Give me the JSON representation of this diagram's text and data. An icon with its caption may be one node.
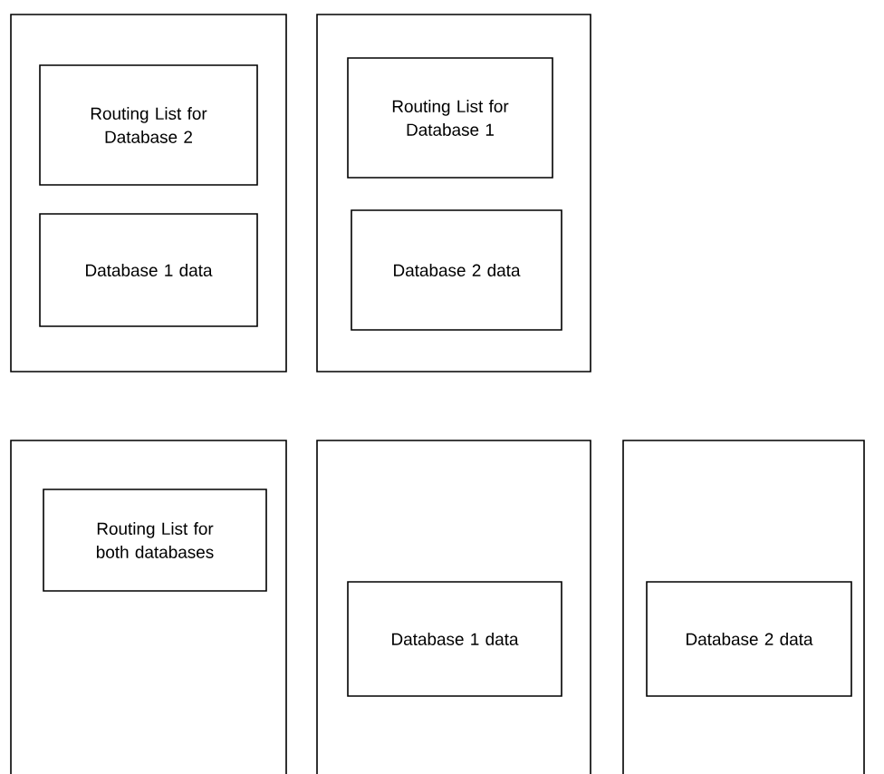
{
  "diagram": {
    "nodes": [
      {
        "text": [],
        "shape": "box"
      },
      {
        "text": [
          "Routing List for Database 2"
        ],
        "in": 0
      },
      {
        "text": [
          "Database 1 data"
        ],
        "in": 0
      },
      {
        "text": [],
        "shape": "box"
      },
      {
        "text": [
          "Routing List for Database 1"
        ],
        "in": 3
      },
      {
        "text": [
          "Database 2 data"
        ],
        "in": 3
      },
      {
        "text": [],
        "shape": "box"
      },
      {
        "text": [
          "Routing List for both databases"
        ],
        "in": 6
      },
      {
        "text": [],
        "shape": "box"
      },
      {
        "text": [
          "Database 1 data"
        ],
        "in": 8
      },
      {
        "text": [],
        "shape": "box"
      },
      {
        "text": [
          "Database 2 data"
        ],
        "in": 10
      }
    ]
  }
}
